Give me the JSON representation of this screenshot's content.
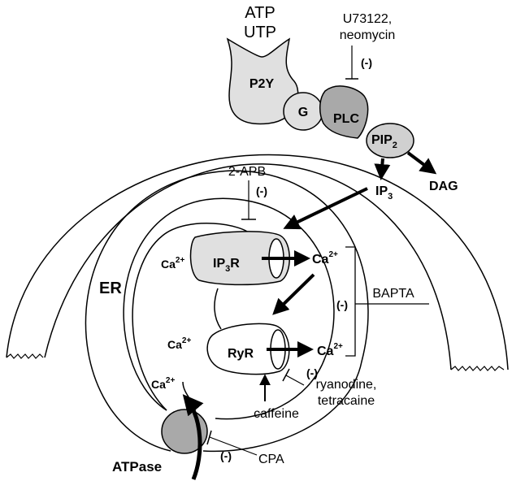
{
  "ligands": {
    "line1": "ATP",
    "line2": "UTP"
  },
  "plc_inhibitors": {
    "line1": "U73122,",
    "line2": "neomycin",
    "sign": "(-)"
  },
  "receptor": {
    "label": "P2Y"
  },
  "gprotein": {
    "label": "G"
  },
  "plc": {
    "label": "PLC"
  },
  "pip2": {
    "base": "PIP",
    "sub": "2"
  },
  "ip3": {
    "base": "IP",
    "sub": "3"
  },
  "dag": {
    "label": "DAG"
  },
  "apb": {
    "label": "2-APB",
    "sign": "(-)"
  },
  "er": {
    "label": "ER"
  },
  "ip3r": {
    "base1": "IP",
    "sub": "3",
    "base2": "R"
  },
  "ryr": {
    "label": "RyR"
  },
  "calcium": {
    "base": "Ca",
    "sup": "2+"
  },
  "bapta": {
    "label": "BAPTA",
    "sign": "(-)"
  },
  "ryanodine": {
    "sign": "(-)",
    "line1": "ryanodine,",
    "line2": "tetracaine"
  },
  "caffeine": {
    "label": "caffeine"
  },
  "cpa": {
    "label": "CPA",
    "sign": "(-)"
  },
  "atpase": {
    "label": "ATPase"
  },
  "colors": {
    "light_fill": "#e0e0e0",
    "dark_fill": "#a9a9a9",
    "line": "#000000"
  }
}
